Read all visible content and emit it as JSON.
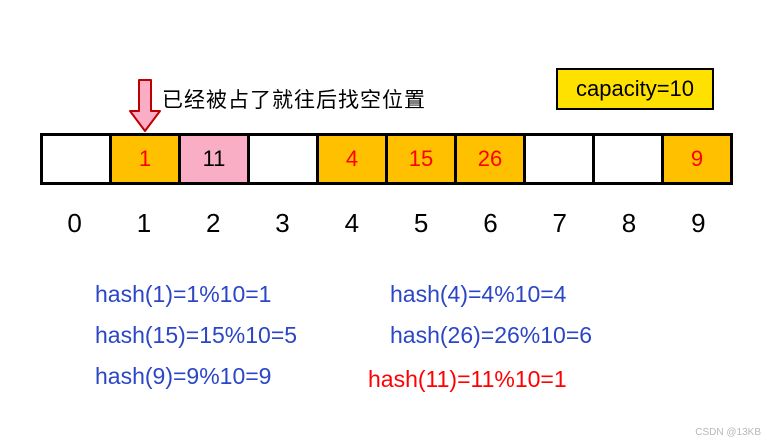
{
  "annotation": {
    "arrow_label": "已经被占了就往后找空位置"
  },
  "capacity_box": {
    "label": "capacity=10"
  },
  "array": {
    "cells": [
      {
        "value": "",
        "bg": "white"
      },
      {
        "value": "1",
        "bg": "orange"
      },
      {
        "value": "11",
        "bg": "pink"
      },
      {
        "value": "",
        "bg": "white"
      },
      {
        "value": "4",
        "bg": "orange"
      },
      {
        "value": "15",
        "bg": "orange"
      },
      {
        "value": "26",
        "bg": "orange"
      },
      {
        "value": "",
        "bg": "white"
      },
      {
        "value": "",
        "bg": "white"
      },
      {
        "value": "9",
        "bg": "orange"
      }
    ],
    "indices": [
      "0",
      "1",
      "2",
      "3",
      "4",
      "5",
      "6",
      "7",
      "8",
      "9"
    ]
  },
  "hash_lines": {
    "left": [
      "hash(1)=1%10=1",
      "hash(15)=15%10=5",
      "hash(9)=9%10=9"
    ],
    "right": [
      "hash(4)=4%10=4",
      "hash(26)=26%10=6"
    ],
    "collision": "hash(11)=11%10=1"
  },
  "watermark": "CSDN @13KB",
  "colors": {
    "cell_orange": "#FFC000",
    "cell_pink": "#F9AEC6",
    "capacity_yellow": "#FFE100",
    "value_red": "#FF0000",
    "hash_blue": "#2B46C6",
    "collision_red": "#FF0000",
    "arrow_stroke": "#C00000"
  }
}
